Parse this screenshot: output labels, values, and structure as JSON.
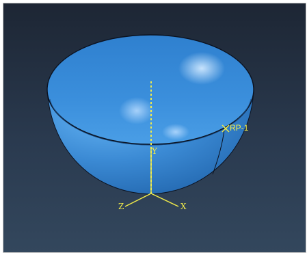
{
  "viewport": {
    "background_top": "#1d2634",
    "background_bottom": "#33475d"
  },
  "model": {
    "shape": "hemispherical-shell",
    "color": "#3a8ad6",
    "edge_color": "#0b1220"
  },
  "reference_point": {
    "label": "RP-1",
    "marker_color": "#f2ec4a"
  },
  "triad": {
    "axis_color": "#f2ec4a",
    "x_label": "X",
    "y_label": "Y",
    "z_label": "Z"
  }
}
